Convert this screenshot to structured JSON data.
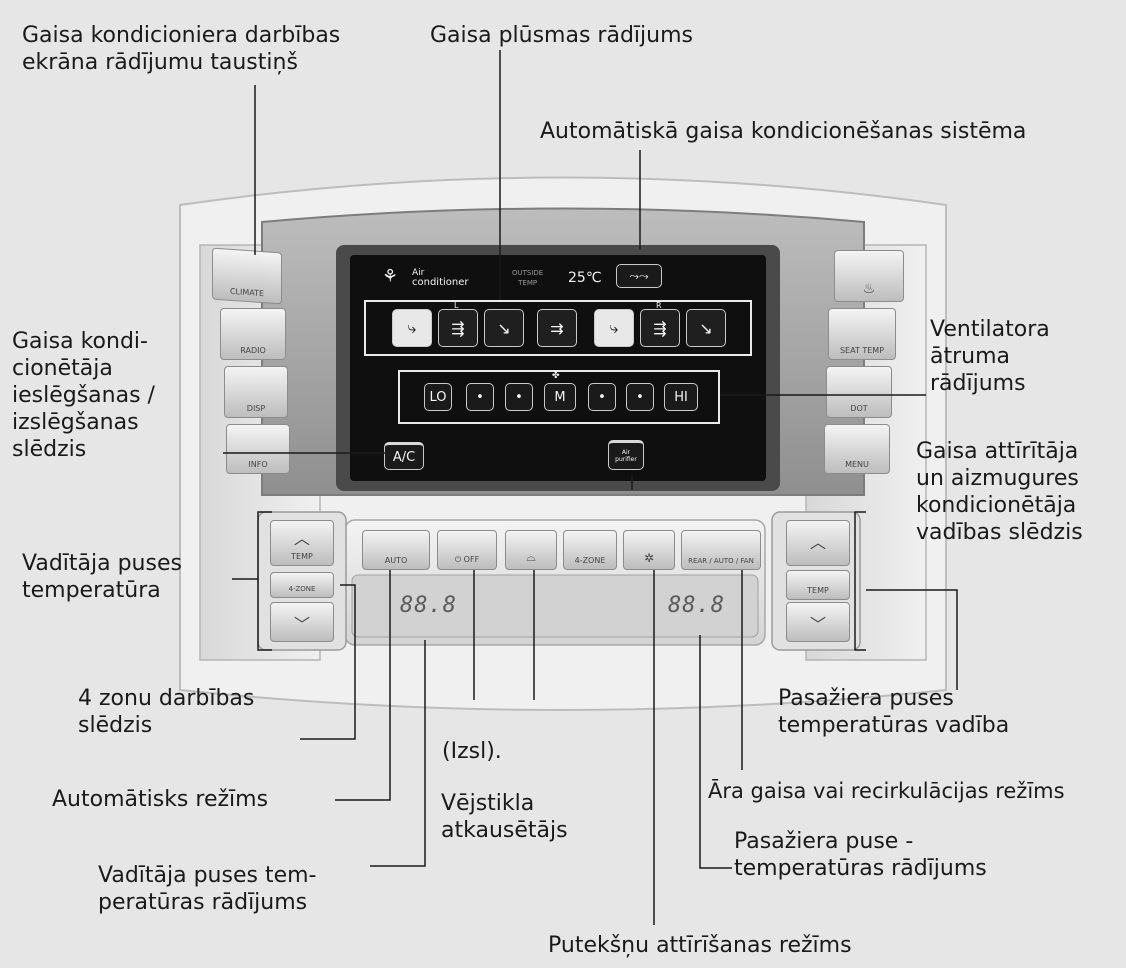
{
  "callouts": {
    "climate_screen_button": "Gaisa kondicioniera darbības\nekrāna rādījumu taustiņš",
    "airflow_display": "Gaisa plūsmas rādījums",
    "auto_system": "Automātiskā gaisa kondicionēšanas sistēma",
    "ac_switch": "Gaisa    kondi-\ncionētāja\nieslēgšanas /\nizslēgšanas\nslēdzis",
    "fan_speed_display": "Ventilatora\nātruma\nrādījums",
    "purifier_rear_switch": "Gaisa attīrītāja\nun aizmugures\nkondicionētāja\nvadības slēdzis",
    "driver_temperature": "Vadītāja puses\ntemperatūra",
    "four_zone_switch": "4 zonu darbības\nslēdzis",
    "passenger_temp_control": "Pasažiera puses\ntemperatūras vadība",
    "off": "(Izsl).",
    "auto_mode": "Automātisks režīms",
    "windshield_defroster": "Vējstikla\natkausētājs",
    "outside_recirc_mode": "Āra gaisa vai recirkulācijas režīms",
    "passenger_temp_display": "Pasažiera puse -\ntemperatūras rādījums",
    "driver_temp_display": "Vadītāja puses tem-\nperatūras rādījums",
    "dust_removal_mode": "Putekšņu attīrīšanas režīms"
  },
  "screen": {
    "air_line1": "Air",
    "air_line2": "conditioner",
    "outside_line1": "OUTSIDE",
    "outside_line2": "TEMP",
    "outside_temp": "25℃",
    "zone_left": "L",
    "zone_right": "R",
    "ac_button": "A/C",
    "air_purifier_line1": "Air",
    "air_purifier_line2": "purifier",
    "fan_speeds": [
      "LO",
      "•",
      "•",
      "M",
      "•",
      "•",
      "HI"
    ]
  },
  "hardware": {
    "left_buttons": [
      "CLIMATE",
      "RADIO",
      "DISP",
      "INFO"
    ],
    "right_buttons": [
      "",
      "SEAT TEMP",
      "DOT",
      "MENU"
    ],
    "bottom_buttons": [
      "AUTO",
      "⏻ OFF",
      "",
      "4-ZONE",
      "",
      "REAR / AUTO / FAN"
    ],
    "temp_label": "TEMP",
    "driver_temp_readout": "88.8",
    "passenger_temp_readout": "88.8"
  },
  "icons": {
    "airflow_face": "airflow-face-icon",
    "airflow_feet": "airflow-feet-icon",
    "defrost": "defrost-icon",
    "recirculation": "recirculation-icon"
  },
  "colors": {
    "background": "#e6e6e6",
    "screen": "#0f0f0f",
    "text": "#1a1a1a"
  }
}
